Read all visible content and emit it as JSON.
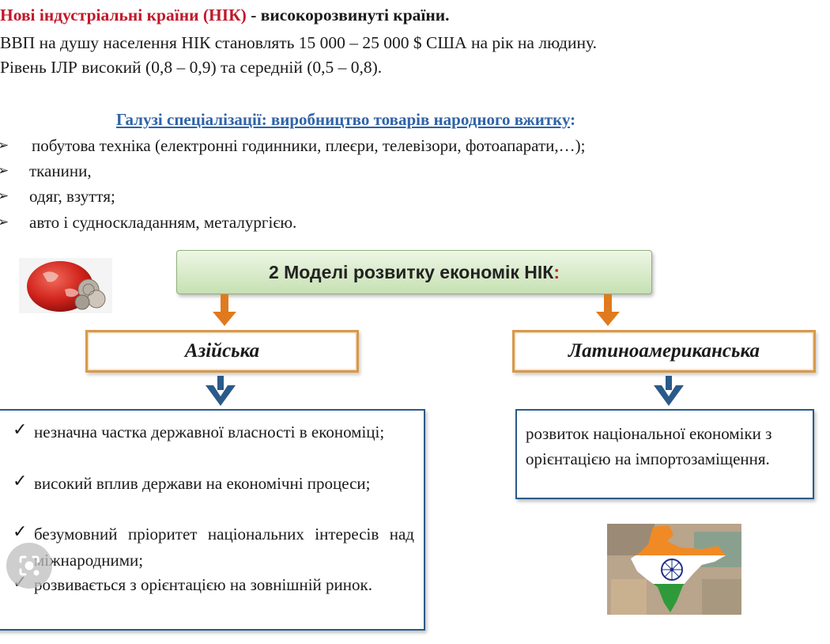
{
  "header": {
    "title_red": "Нові індустріальні країни (НІК)",
    "title_rest": " - високорозвинуті країни.",
    "gdp_line": "ВВП на душу населення НІК становлять  15 000 – 25 000 $ США на рік на людину.",
    "hdi_line": "Рівень ІЛР високий (0,8 – 0,9) та середній (0,5 – 0,8)."
  },
  "specialization": {
    "title": "Галузі спеціалізації:  виробництво товарів народного вжитку",
    "title_colon": ":",
    "bullet_icon": "arrowhead-bullet-icon",
    "items": [
      "побутова техніка (електронні годинники, плеєри, телевізори, фотоапарати,…);",
      "тканини,",
      "одяг, взуття;",
      "авто і судноскладанням, металургією."
    ]
  },
  "models": {
    "title": "2 Моделі розвитку економік НІК",
    "title_colon": ":",
    "asian": {
      "label": "Азійська",
      "check_icon": "checkmark-icon",
      "items": [
        "незначна частка державної власності в економіці;",
        "високий вплив держави на економічні процеси;",
        "безумовний пріоритет національних інтересів над міжнародними;",
        "розвивається з орієнтацією на зовнішній ринок."
      ]
    },
    "latin_american": {
      "label": "Латиноамериканська",
      "text": "розвиток національної економіки з орієнтацією на імпортозаміщення."
    }
  },
  "colors": {
    "title_red": "#c0182a",
    "link_blue": "#2f63a8",
    "arrow_orange": "#e07a1e",
    "arrow_blue": "#2a5a8a",
    "model_box_green": "#c6e0b2",
    "label_border": "#d79a4c",
    "list_border": "#2a5a8a"
  },
  "images": {
    "coins_icon": "globe-coins-image",
    "india_icon": "india-flag-map-image"
  },
  "overlay": {
    "lens_icon": "lens-search-icon"
  }
}
